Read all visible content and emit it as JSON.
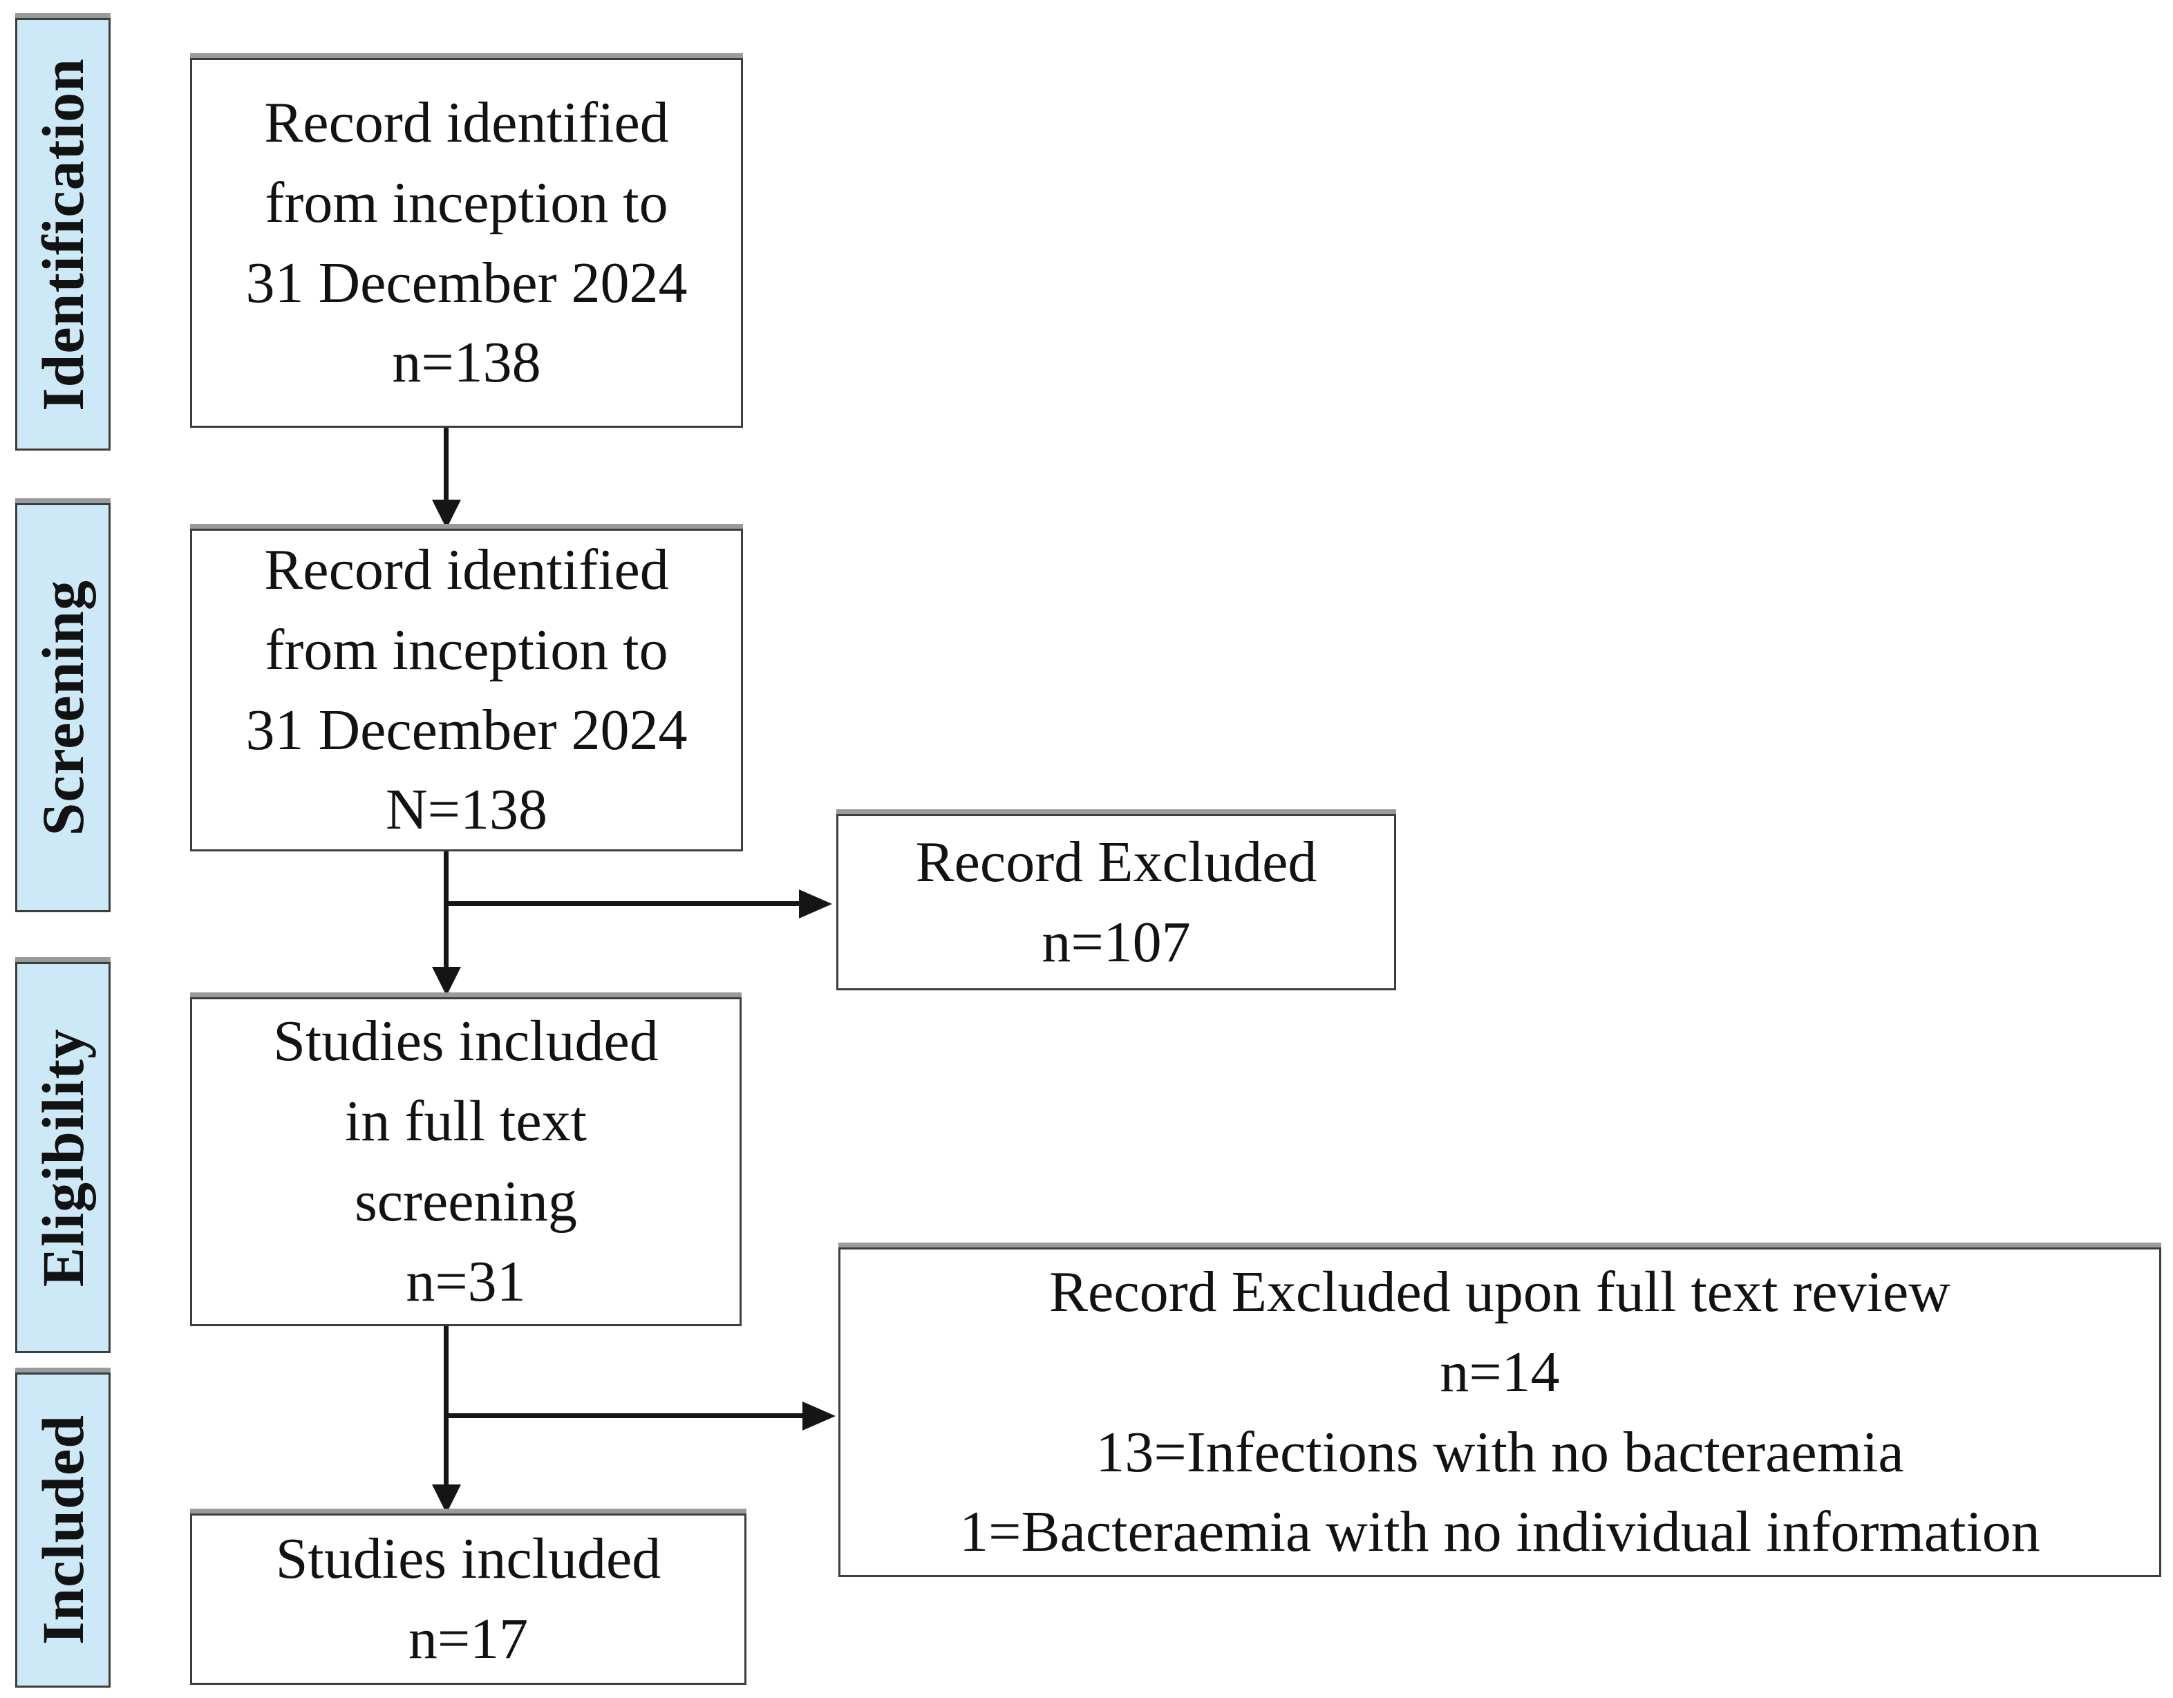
{
  "diagram": {
    "title": "PRISMA study selection flow diagram",
    "stage_labels": [
      {
        "id": "identification",
        "label": "Identification"
      },
      {
        "id": "screening",
        "label": "Screening"
      },
      {
        "id": "eligibility",
        "label": "Eligibility"
      },
      {
        "id": "included",
        "label": "Included"
      }
    ],
    "boxes": {
      "records_identified": {
        "lines": [
          "Record identified",
          "from inception to",
          "31 December 2024",
          "n=138"
        ]
      },
      "records_screened": {
        "lines": [
          "Record identified",
          "from inception to",
          "31 December 2024",
          "N=138"
        ]
      },
      "records_excluded_screening": {
        "lines": [
          "Record Excluded",
          "n=107"
        ]
      },
      "full_text_screening": {
        "lines": [
          "Studies included",
          "in full text",
          "screening",
          "n=31"
        ]
      },
      "records_excluded_full_text": {
        "lines": [
          "Record Excluded upon full text review",
          "n=14",
          "13=Infections with no bacteraemia",
          "1=Bacteraemia with no individual information"
        ]
      },
      "studies_included": {
        "lines": [
          "Studies included",
          "n=17"
        ]
      }
    },
    "colors": {
      "stage_fill": "#cde9f7",
      "box_fill": "#ffffff",
      "border": "#3d3d3d",
      "line": "#151515",
      "shadow": "#9a9a9a",
      "text": "#121212"
    }
  }
}
